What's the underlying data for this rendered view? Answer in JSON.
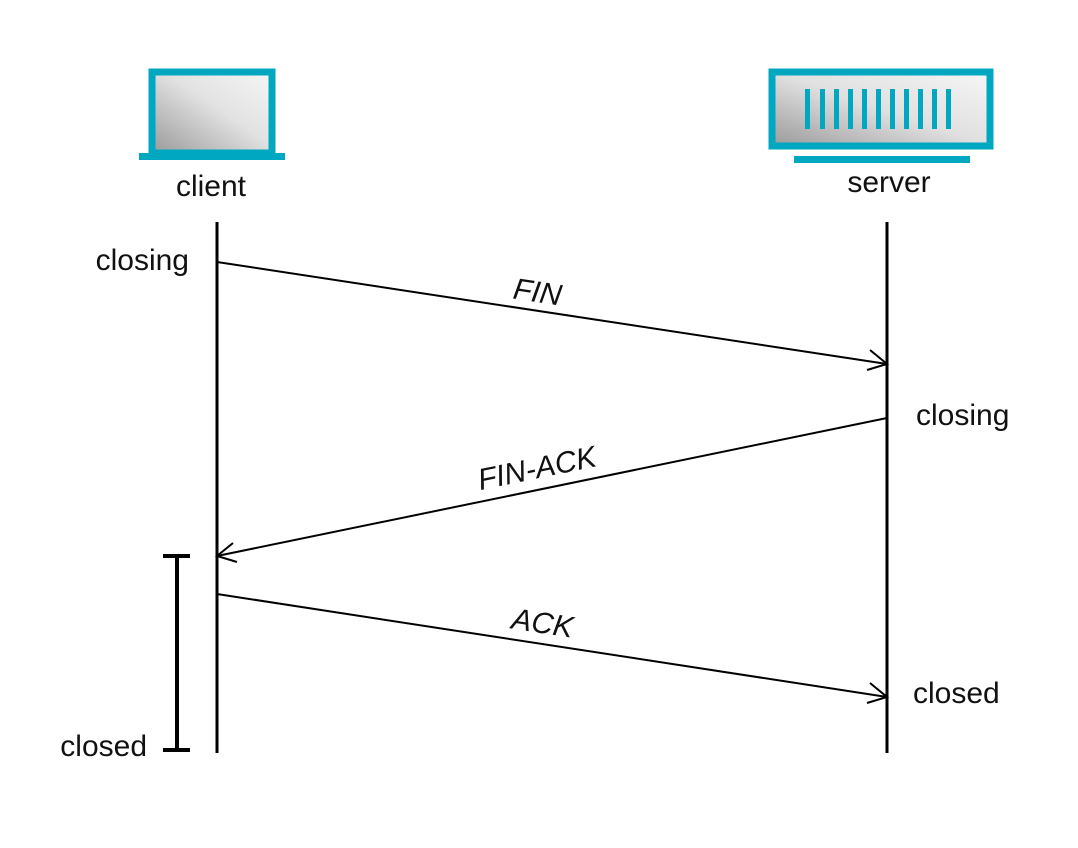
{
  "colors": {
    "accent": "#00a7c0",
    "line": "#000000",
    "text": "#111111"
  },
  "icons": {
    "client": "laptop-icon",
    "server": "server-icon"
  },
  "client": {
    "label": "client"
  },
  "server": {
    "label": "server"
  },
  "states": {
    "client_closing": "closing",
    "server_closing": "closing",
    "server_closed": "closed",
    "client_closed": "closed"
  },
  "messages": [
    {
      "label": "FIN",
      "from": "client",
      "to": "server"
    },
    {
      "label": "FIN-ACK",
      "from": "server",
      "to": "client"
    },
    {
      "label": "ACK",
      "from": "client",
      "to": "server"
    }
  ]
}
